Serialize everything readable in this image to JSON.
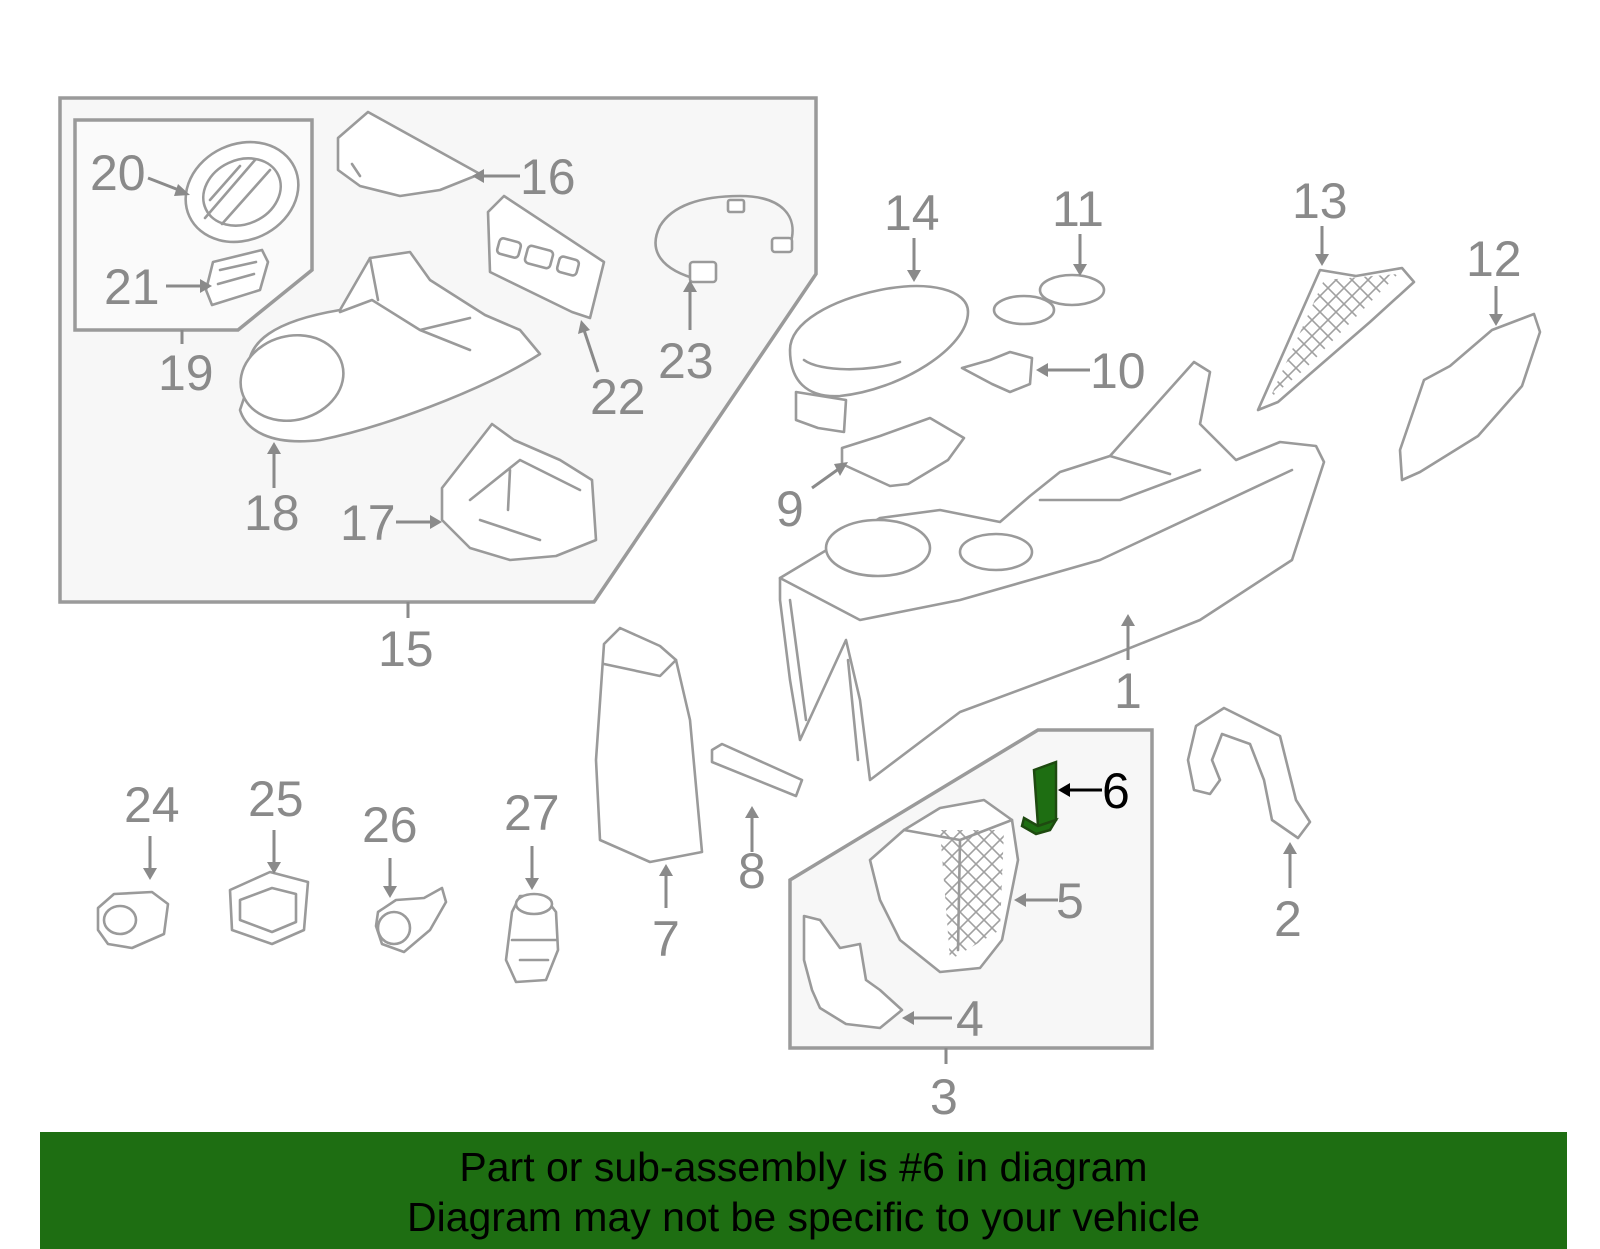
{
  "labels": {
    "c1": "1",
    "c2": "2",
    "c3": "3",
    "c4": "4",
    "c5": "5",
    "c6": "6",
    "c7": "7",
    "c8": "8",
    "c9": "9",
    "c10": "10",
    "c11": "11",
    "c12": "12",
    "c13": "13",
    "c14": "14",
    "c15": "15",
    "c16": "16",
    "c17": "17",
    "c18": "18",
    "c19": "19",
    "c20": "20",
    "c21": "21",
    "c22": "22",
    "c23": "23",
    "c24": "24",
    "c25": "25",
    "c26": "26",
    "c27": "27"
  },
  "highlight": {
    "part": "6",
    "color": "#1e6e12"
  },
  "banner": {
    "line1": "Part or sub-assembly is #6 in diagram",
    "line2": "Diagram may not be specific to your vehicle"
  }
}
